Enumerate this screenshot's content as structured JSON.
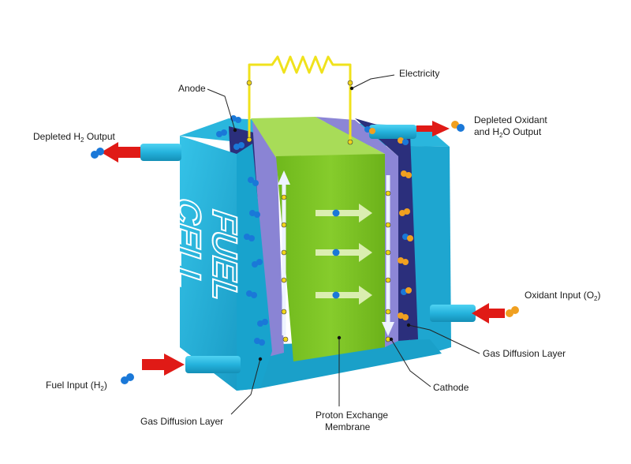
{
  "diagram": {
    "cell_text_line1": "FUEL",
    "cell_text_line2": "CELL",
    "labels": {
      "anode": "Anode",
      "electricity": "Electricity",
      "depleted_h2_pre": "Depleted H",
      "depleted_h2_sub": "2",
      "depleted_h2_post": " Output",
      "depleted_ox_line1": "Depleted Oxidant",
      "depleted_ox_line2_pre": "and H",
      "depleted_ox_line2_sub": "2",
      "depleted_ox_line2_post": "O Output",
      "oxidant_input_pre": "Oxidant Input (O",
      "oxidant_input_sub": "2",
      "oxidant_input_post": ")",
      "gdl_right": "Gas Diffusion Layer",
      "cathode": "Cathode",
      "fuel_input_pre": "Fuel Input (H",
      "fuel_input_sub": "2",
      "fuel_input_post": ")",
      "gdl_left": "Gas Diffusion Layer",
      "pem_line1": "Proton Exchange",
      "pem_line2": "Membrane"
    },
    "colors": {
      "housing": "#1fb0d8",
      "housing_dark": "#1592b8",
      "gdl": "#2a2f7a",
      "electrode": "#8c86d6",
      "membrane": "#7ac424",
      "membrane_top": "#a6dc5a",
      "wire": "#f0e21c",
      "arrow_red": "#e01a16",
      "h2": "#1a78d8",
      "o2": "#f0a020",
      "white_arrow": "#e8f0ff"
    }
  }
}
